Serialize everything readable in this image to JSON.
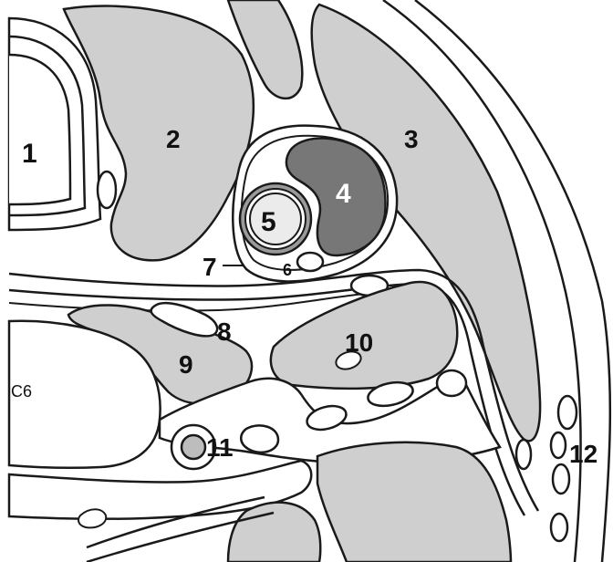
{
  "colors": {
    "background": "#ffffff",
    "outline": "#1a1a1a",
    "muscle": "#cfcfcf",
    "dark_structure": "#777777",
    "white_label": "#ffffff",
    "label": "#111111"
  },
  "labels": {
    "l1": "1",
    "l2": "2",
    "l3": "3",
    "l4": "4",
    "l5": "5",
    "l6": "6",
    "l7": "7",
    "l8": "8",
    "l9": "9",
    "l10": "10",
    "l11": "11",
    "l12": "12",
    "c6": "C6"
  }
}
